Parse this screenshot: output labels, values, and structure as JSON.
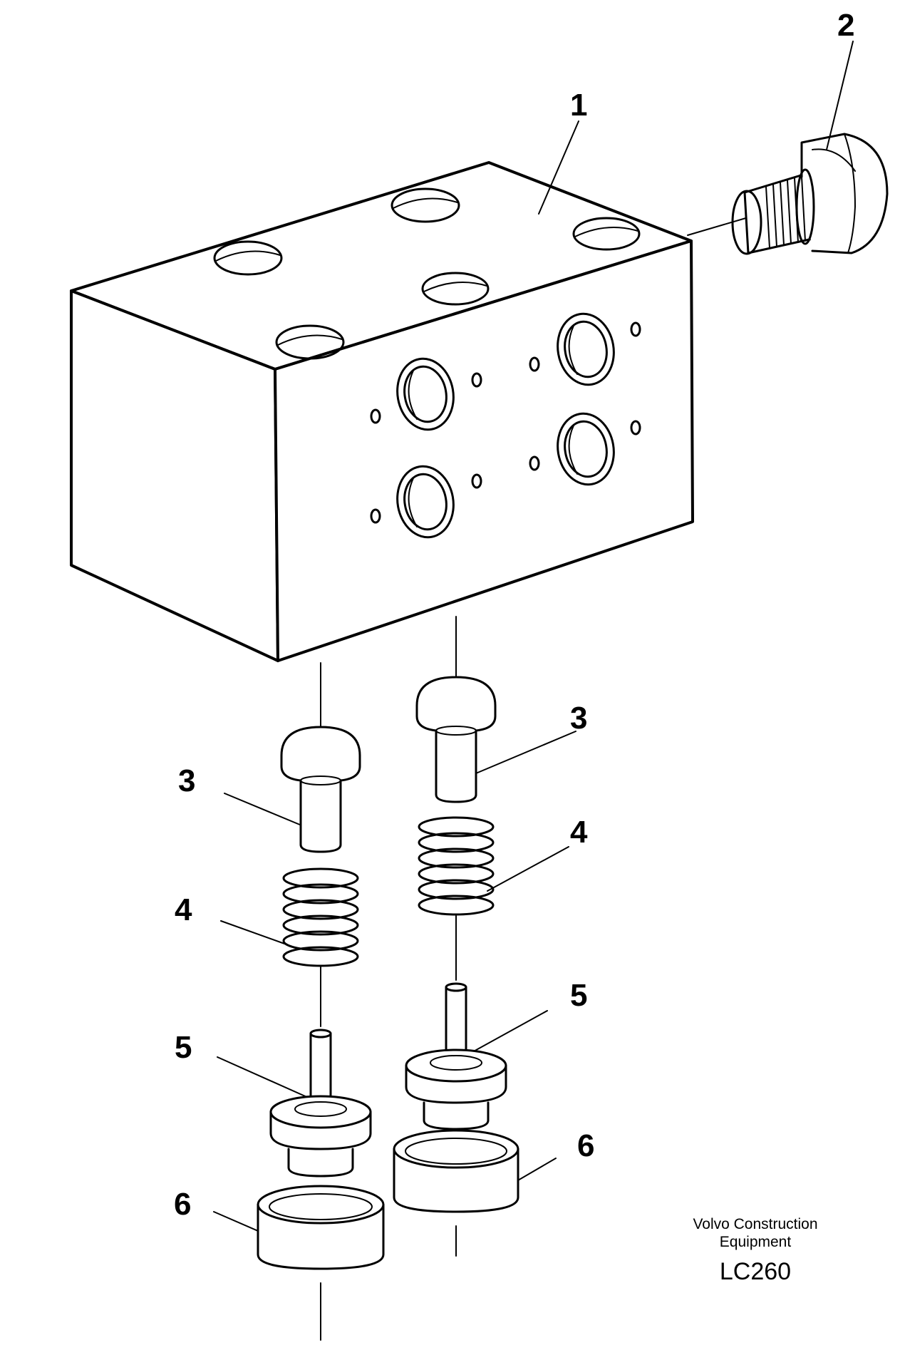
{
  "callouts": {
    "c1": "1",
    "c2": "2",
    "c3a": "3",
    "c3b": "3",
    "c4a": "4",
    "c4b": "4",
    "c5a": "5",
    "c5b": "5",
    "c6a": "6",
    "c6b": "6"
  },
  "caption": {
    "line1": "Volvo Construction",
    "line2": "Equipment",
    "code": "LC260"
  },
  "colors": {
    "ink": "#000000",
    "paper": "#ffffff"
  }
}
